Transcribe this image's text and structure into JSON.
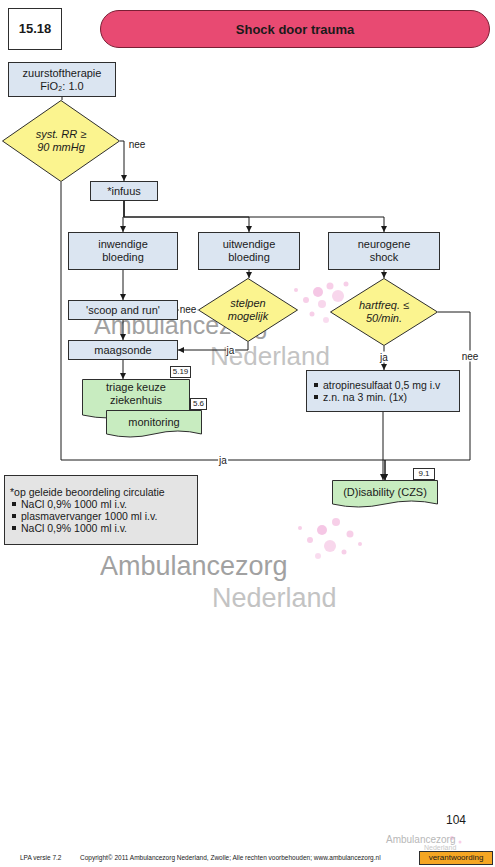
{
  "diagram": {
    "title": "Shock door trauma",
    "nodes": [
      {
        "text": [
          "15.18"
        ]
      },
      {
        "text": [
          "zuurstoftherapie FiO₂: 1.0"
        ]
      },
      {
        "text": [
          "syst. RR ≥ 90 mmHg"
        ]
      },
      {
        "text": [
          "*infuus"
        ]
      },
      {
        "text": [
          "inwendige bloeding"
        ]
      },
      {
        "text": [
          "uitwendige bloeding"
        ]
      },
      {
        "text": [
          "neurogene shock"
        ]
      },
      {
        "text": [
          "'scoop and run'"
        ]
      },
      {
        "text": [
          "stelpen mogelijk"
        ]
      },
      {
        "text": [
          "hartfreq. ≤ 50/min."
        ]
      },
      {
        "text": [
          "maagsonde"
        ]
      },
      {
        "text": [
          "triage keuze ziekenhuis"
        ]
      },
      {
        "text": [
          "monitoring"
        ]
      },
      {
        "text": [
          "atropinesulfaat 0,5 mg i.v",
          "z.n. na 3 min. (1x)"
        ]
      },
      {
        "text": [
          "(D)isability (CZS)"
        ]
      },
      {
        "text": [
          "*op geleide beoordeling circulatie",
          "NaCl 0,9% 1000 ml i.v.",
          "plasmavervanger 1000 ml i.v.",
          "NaCl 0,9% 1000 ml i.v."
        ]
      }
    ],
    "edges": [
      {
        "from": 1,
        "to": 2,
        "arrow": "none"
      },
      {
        "from": 2,
        "to": 3,
        "label": "nee",
        "arrow": "to"
      },
      {
        "from": 2,
        "to": 14,
        "label": "ja",
        "arrow": "to"
      },
      {
        "from": 3,
        "to": 4,
        "arrow": "to"
      },
      {
        "from": 3,
        "to": 5,
        "arrow": "to"
      },
      {
        "from": 3,
        "to": 6,
        "arrow": "to"
      },
      {
        "from": 4,
        "to": 7,
        "arrow": "to"
      },
      {
        "from": 5,
        "to": 8,
        "arrow": "to"
      },
      {
        "from": 8,
        "to": 7,
        "label": "nee",
        "arrow": "to"
      },
      {
        "from": 8,
        "to": 10,
        "label": "ja",
        "arrow": "to"
      },
      {
        "from": 7,
        "to": 10,
        "arrow": "to"
      },
      {
        "from": 10,
        "to": 11,
        "arrow": "to"
      },
      {
        "from": 6,
        "to": 9,
        "arrow": "to"
      },
      {
        "from": 9,
        "to": 13,
        "label": "ja",
        "arrow": "to"
      },
      {
        "from": 9,
        "to": 14,
        "label": "nee",
        "arrow": "to"
      },
      {
        "from": 13,
        "to": 14,
        "arrow": "to"
      }
    ],
    "labels": [
      "5.19",
      "5.6",
      "9.1",
      "Ambulancezorg",
      "Nederland",
      "Ambulancezorg",
      "Nederland",
      "LPA versie 7.2",
      "Copyright© 2011 Ambulancezorg Nederland, Zwolle; Alle rechten voorbehouden; www.ambulancezorg.nl",
      "104",
      "Ambulancezorg",
      "Nederland",
      "verantwoording"
    ]
  }
}
